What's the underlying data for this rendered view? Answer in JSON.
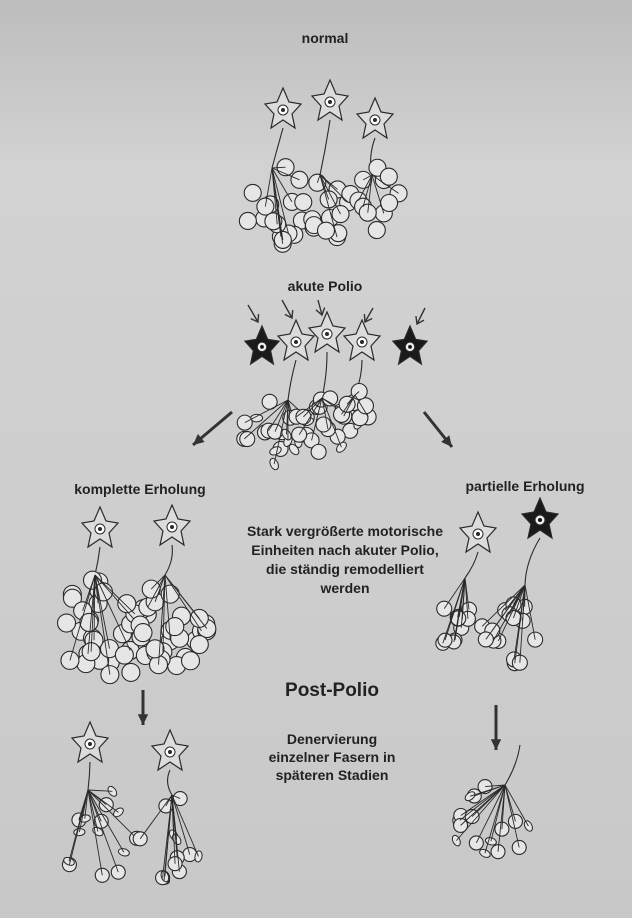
{
  "labels": {
    "normal": "normal",
    "acute": "akute Polio",
    "complete": "komplette Erholung",
    "partial": "partielle Erholung",
    "enlarged": "Stark vergrößerte motorische Einheiten nach akuter Polio, die ständig remodelliert werden",
    "post_polio": "Post-Polio",
    "denervation": "Denervierung einzelner Fasern in späteren Stadien"
  },
  "colors": {
    "background": "#cfcfcf",
    "cell_fill": "#e6e6e6",
    "stroke": "#2a2a2a",
    "affected_cell": "#1a1a1a"
  }
}
